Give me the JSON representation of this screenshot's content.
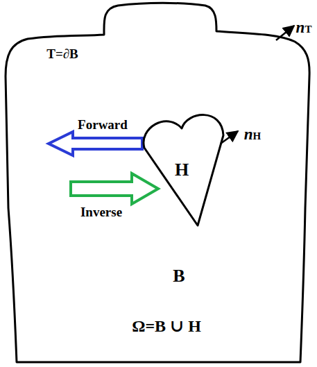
{
  "diagram": {
    "nodes": [
      {
        "text": [
          "T=∂B",
          "B",
          "Ω=B ∪ H"
        ]
      },
      {
        "text": [
          "H"
        ],
        "in": 0
      }
    ],
    "labels": [
      "nT",
      "nH",
      "Forward",
      "Inverse"
    ]
  }
}
